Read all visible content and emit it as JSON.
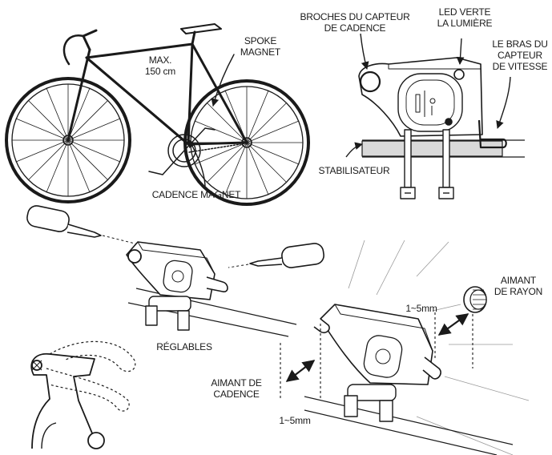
{
  "labels": {
    "max_height": {
      "line1": "MAX.",
      "line2": "150 cm"
    },
    "spoke_magnet": {
      "line1": "SPOKE",
      "line2": "MAGNET"
    },
    "cadence_magnet": "CADENCE MAGNET",
    "broches": {
      "line1": "BROCHES DU CAPTEUR",
      "line2": "DE CADENCE"
    },
    "led": {
      "line1": "LED VERTE",
      "line2": "LA LUMIÈRE"
    },
    "bras": {
      "line1": "LE BRAS DU",
      "line2": "CAPTEUR",
      "line3": "DE VITESSE"
    },
    "stabilisateur": "STABILISATEUR",
    "reglables": "RÉGLABLES",
    "aimant_rayon": {
      "line1": "AIMANT",
      "line2": "DE RAYON"
    },
    "gap_top": "1~5mm",
    "aimant_cadence": {
      "line1": "AIMANT DE",
      "line2": "CADENCE"
    },
    "gap_bottom": "1~5mm"
  },
  "icons": [
    "bicycle-illustration",
    "sensor-side-view",
    "screwdriver-icon",
    "sensor-adjust-view",
    "crank-arm-illustration",
    "sensor-install-view",
    "spoke-magnet-icon"
  ],
  "colors": {
    "stroke": "#1a1a1a",
    "fill": "#ffffff",
    "shade": "#d9d9d9"
  }
}
